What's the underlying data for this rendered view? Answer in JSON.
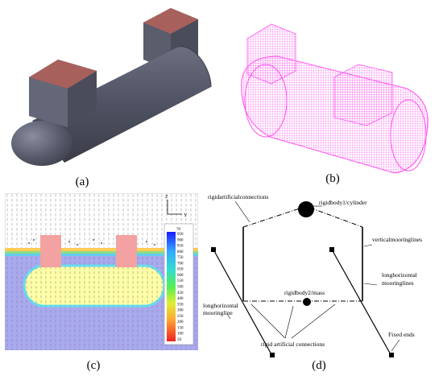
{
  "captions": {
    "a": "(a)",
    "b": "(b)",
    "c": "(c)",
    "d": "(d)"
  },
  "colors": {
    "hull": "#5d6070",
    "box_top": "#a8605c",
    "mesh": "#ff33ee",
    "water": "#a9a9ee",
    "body_fill": "#ffffa8",
    "towers": "#f3a1a1"
  },
  "panel_c": {
    "axis_z": "Z",
    "axis_y": "Y",
    "legend_header": "70",
    "legend_values": [
      "950",
      "900",
      "850",
      "800",
      "750",
      "700",
      "650",
      "600",
      "550",
      "500",
      "450",
      "400",
      "350",
      "300",
      "250",
      "200",
      "150",
      "100",
      "50"
    ]
  },
  "panel_d": {
    "label_top_left": "rigidartificialconnections",
    "label_top_right": "rigidbody1/cylinder",
    "label_right_vertical": "verticalmooringlines",
    "label_right_horizontal_1": "longhorizontal",
    "label_right_horizontal_2": "mooringlines",
    "label_mass": "rigidbody2/mass",
    "label_left_horizontal_1": "longhorizontal",
    "label_left_horizontal_2": "mooringline",
    "label_bottom_connections": "rigid artificial connections",
    "label_fixed_ends": "Fixed ends"
  }
}
